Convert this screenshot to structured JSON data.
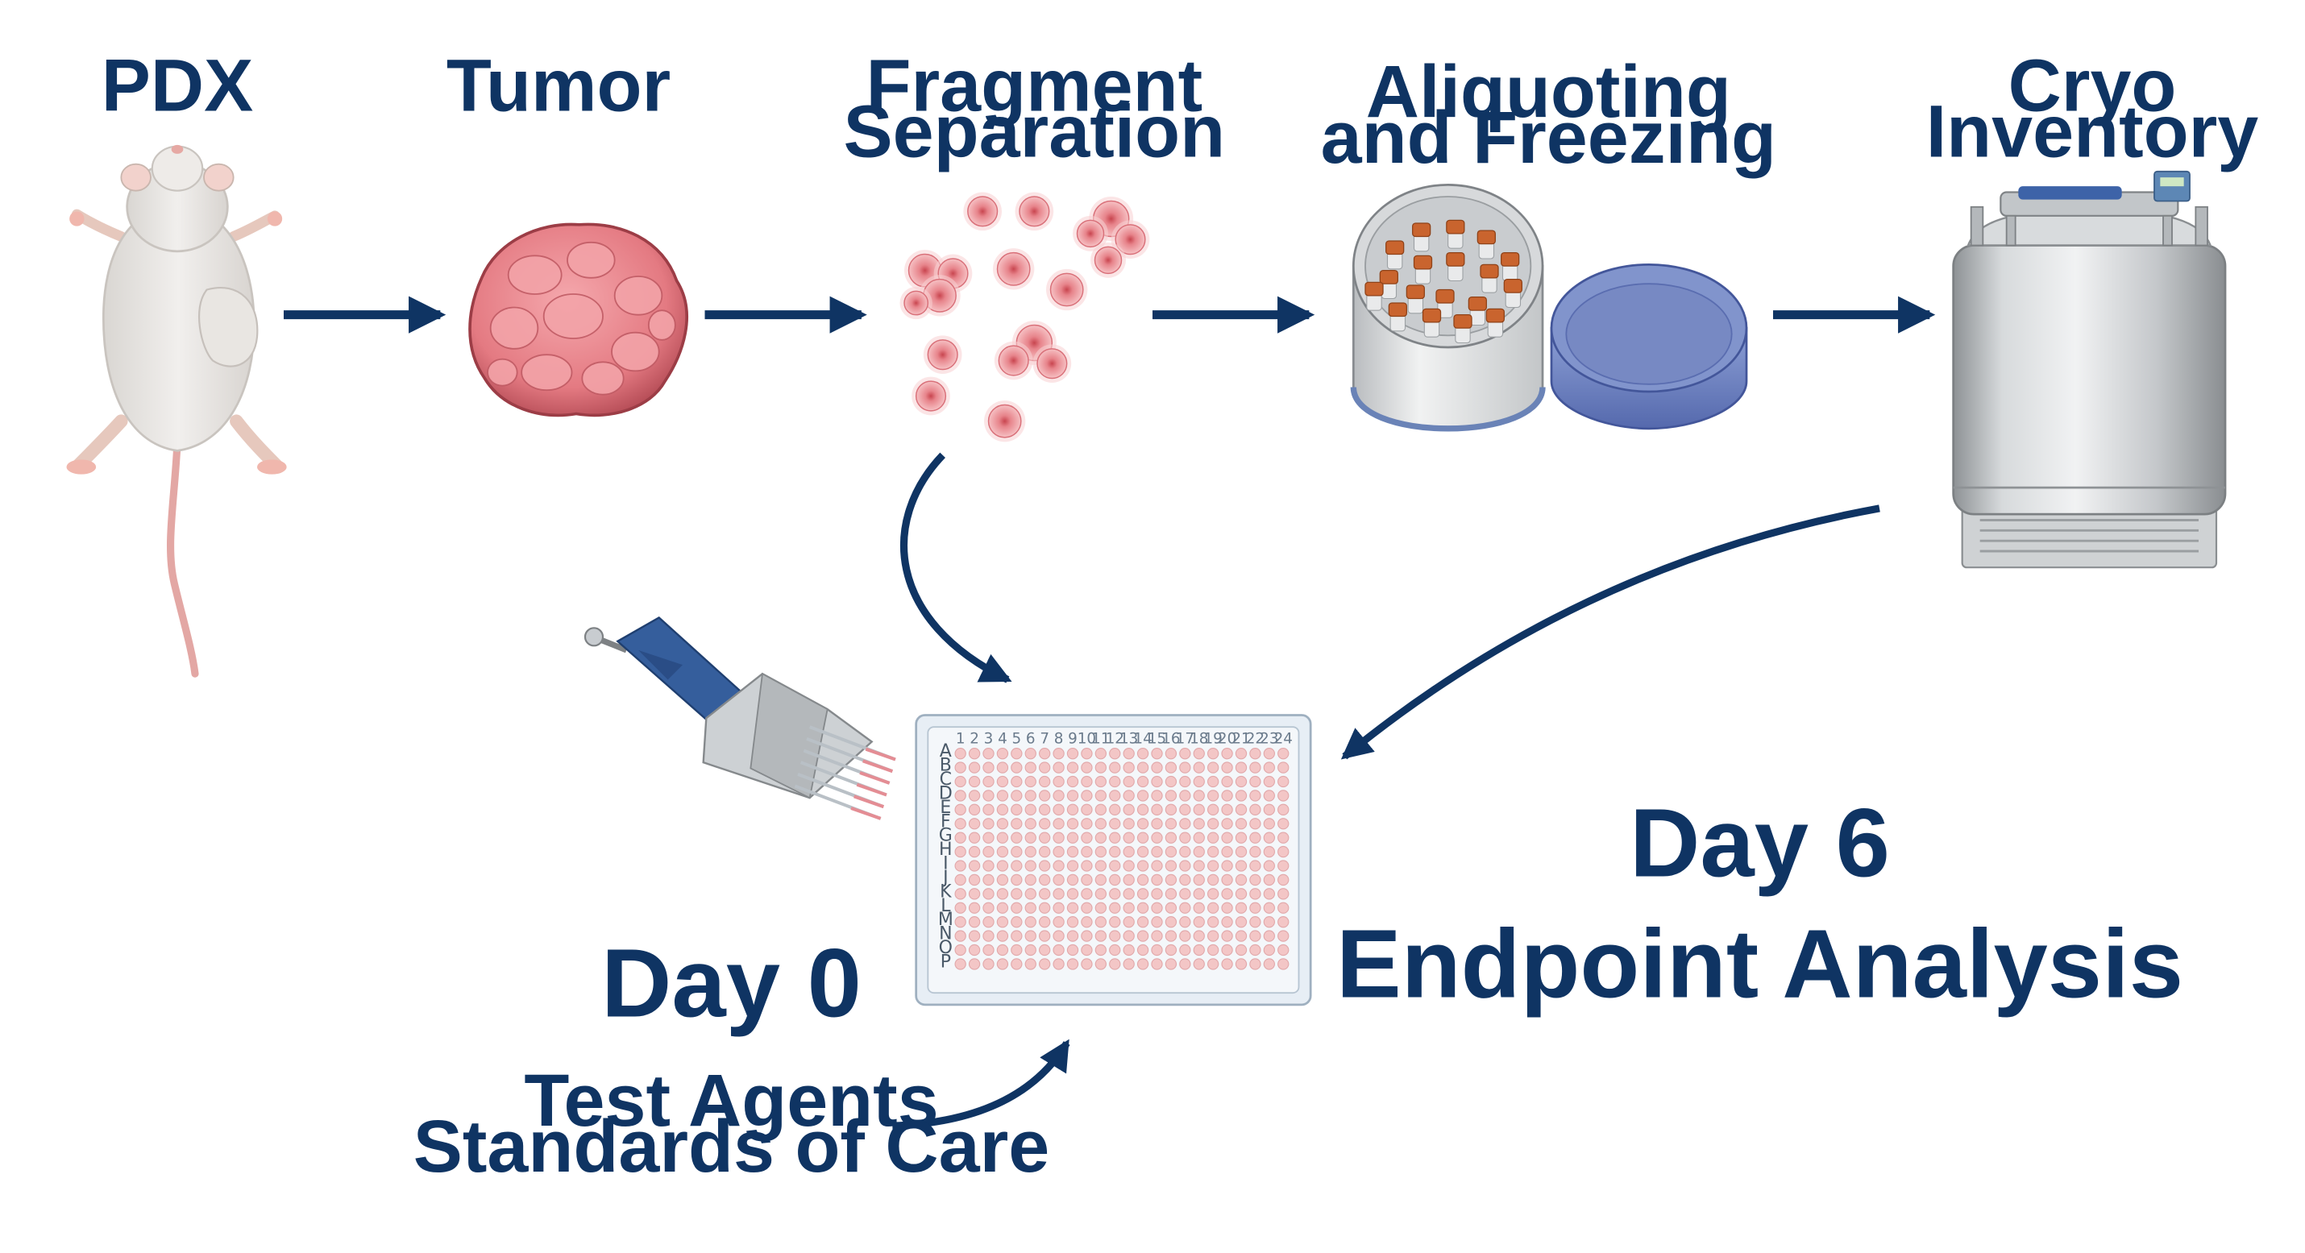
{
  "colors": {
    "accent_navy": "#0f3463",
    "tumor_pink": "#e77f86",
    "tumor_dark": "#b04751",
    "tumor_light": "#f4a9ae",
    "well_pink": "#f3c6c6",
    "plate_frame": "#e3ecf4",
    "cryo_steel": "#bfc3c6",
    "cap_orange": "#c9642e",
    "dish_blue": "#6f86c4",
    "pipette_blue": "#355e9c"
  },
  "stages": {
    "pdx": "PDX",
    "tumor": "Tumor",
    "fragment": [
      "Fragment",
      "Separation"
    ],
    "aliquoting": [
      "Aliquoting",
      "and Freezing"
    ],
    "cryo": [
      "Cryo",
      "Inventory"
    ]
  },
  "day0": "Day 0",
  "test_agents": [
    "Test Agents",
    "Standards of Care"
  ],
  "day6": "Day 6",
  "endpoint": "Endpoint Analysis",
  "plate": {
    "columns": [
      "1",
      "2",
      "3",
      "4",
      "5",
      "6",
      "7",
      "8",
      "9",
      "10",
      "11",
      "12",
      "13",
      "14",
      "15",
      "16",
      "17",
      "18",
      "19",
      "20",
      "21",
      "22",
      "23",
      "24"
    ],
    "rows": [
      "A",
      "B",
      "C",
      "D",
      "E",
      "F",
      "G",
      "H",
      "I",
      "J",
      "K",
      "L",
      "M",
      "N",
      "O",
      "P"
    ]
  },
  "icons": {
    "pdx": "mouse-icon",
    "tumor": "tumor-icon",
    "fragments": "tumor-fragments-icon",
    "aliquots": "cryo-vial-rack-icon",
    "dish": "petri-dish-icon",
    "cryo": "cryo-tank-icon",
    "pipette": "multichannel-pipette-icon",
    "plate": "384-well-plate-icon"
  }
}
